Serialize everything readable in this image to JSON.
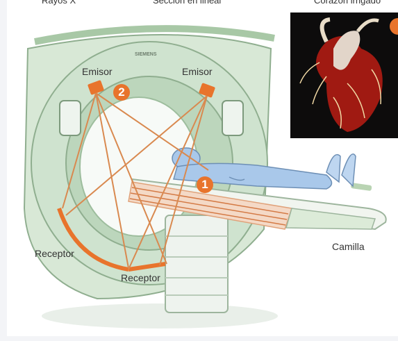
{
  "header": {
    "left": "Rayos X",
    "center": "Sección en lineal",
    "right": "Corazón irrigado"
  },
  "labels": {
    "emitter_left": "Emisor",
    "emitter_right": "Emisor",
    "receptor_left": "Receptor",
    "receptor_bottom": "Receptor",
    "table": "Camilla",
    "brand": "SIEMENS"
  },
  "badges": {
    "one": "1",
    "two": "2"
  },
  "colors": {
    "scanner_green": "#cfe3cf",
    "scanner_dark": "#9fbf9f",
    "accent_orange": "#e8742c",
    "patient_blue": "#a9c8ea"
  }
}
